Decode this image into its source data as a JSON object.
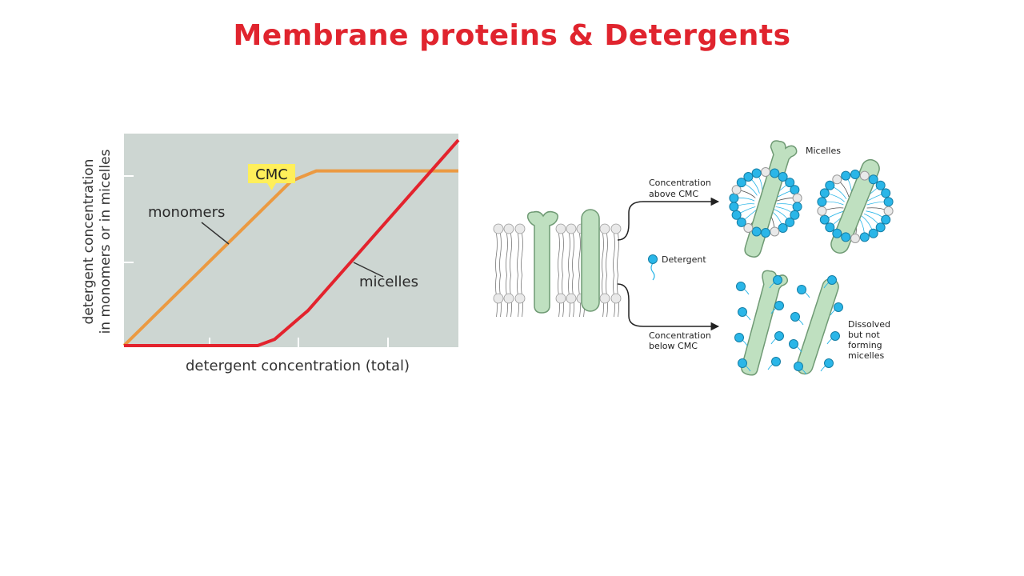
{
  "slide": {
    "title": "Membrane proteins & Detergents"
  },
  "chart_data": {
    "type": "line",
    "xlabel": "detergent concentration (total)",
    "ylabel_line1": "detergent concentration",
    "ylabel_line2": "in monomers or in micelles",
    "cmc_label": "CMC",
    "background": "#cdd6d2",
    "series": [
      {
        "name": "monomers",
        "color": "#eb9a42",
        "x": [
          0,
          1.0,
          1.15,
          2.0
        ],
        "y": [
          0,
          0.8,
          0.85,
          0.85
        ]
      },
      {
        "name": "micelles",
        "color": "#e3232d",
        "x": [
          0,
          0.8,
          0.9,
          1.1,
          2.0
        ],
        "y": [
          0,
          0,
          0.03,
          0.17,
          1.0
        ]
      }
    ],
    "xlim": [
      0,
      2.0
    ],
    "ylim": [
      0,
      1.0
    ]
  },
  "diagram": {
    "label_above": [
      "Concentration",
      "above CMC"
    ],
    "label_below": [
      "Concentration",
      "below CMC"
    ],
    "micelles_label": "Micelles",
    "detergent_label": "Detergent",
    "dissolved_label": [
      "Dissolved",
      "but not",
      "forming",
      "micelles"
    ],
    "colors": {
      "protein": "#bfe0c0",
      "protein_stroke": "#6f9a74",
      "detergent_head": "#2ab6e8",
      "lipid_head": "#e9e9e9"
    }
  }
}
